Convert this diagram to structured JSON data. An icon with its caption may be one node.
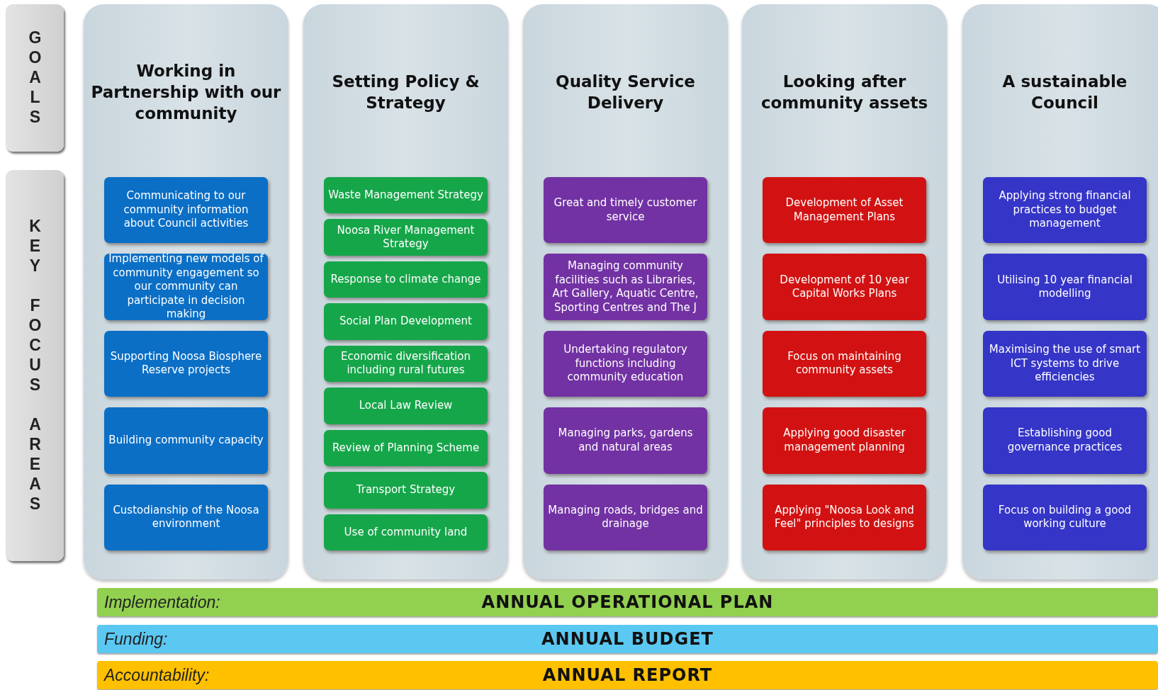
{
  "diagram": {
    "nodes": [
      {
        "text": [
          "GOALS"
        ]
      },
      {
        "text": [
          "KEY FOCUS AREAS"
        ]
      },
      {
        "text": [
          "Working in Partnership with our community"
        ]
      },
      {
        "text": [
          "Communicating to our community information about Council activities"
        ],
        "in": 2
      },
      {
        "text": [
          "Implementing new models of community engagement so our community can participate in decision making"
        ],
        "in": 2
      },
      {
        "text": [
          "Supporting Noosa Biosphere Reserve projects"
        ],
        "in": 2
      },
      {
        "text": [
          "Building community capacity"
        ],
        "in": 2
      },
      {
        "text": [
          "Custodianship of the Noosa environment"
        ],
        "in": 2
      },
      {
        "text": [
          "Setting Policy & Strategy"
        ]
      },
      {
        "text": [
          "Waste Management Strategy"
        ],
        "in": 8
      },
      {
        "text": [
          "Noosa River Management Strategy"
        ],
        "in": 8
      },
      {
        "text": [
          "Response to climate change"
        ],
        "in": 8
      },
      {
        "text": [
          "Social Plan Development"
        ],
        "in": 8
      },
      {
        "text": [
          "Economic diversification including rural futures"
        ],
        "in": 8
      },
      {
        "text": [
          "Local Law Review"
        ],
        "in": 8
      },
      {
        "text": [
          "Review of Planning Scheme"
        ],
        "in": 8
      },
      {
        "text": [
          "Transport Strategy"
        ],
        "in": 8
      },
      {
        "text": [
          "Use of community land"
        ],
        "in": 8
      },
      {
        "text": [
          "Quality Service Delivery"
        ]
      },
      {
        "text": [
          "Great and timely customer service"
        ],
        "in": 18
      },
      {
        "text": [
          "Managing community facilities such as Libraries, Art Gallery, Aquatic Centre, Sporting Centres and The J"
        ],
        "in": 18
      },
      {
        "text": [
          "Undertaking regulatory functions including community education"
        ],
        "in": 18
      },
      {
        "text": [
          "Managing parks, gardens and natural areas"
        ],
        "in": 18
      },
      {
        "text": [
          "Managing roads, bridges and drainage"
        ],
        "in": 18
      },
      {
        "text": [
          "Looking after community assets"
        ]
      },
      {
        "text": [
          "Development of Asset Management Plans"
        ],
        "in": 24
      },
      {
        "text": [
          "Development of 10 year Capital Works Plans"
        ],
        "in": 24
      },
      {
        "text": [
          "Focus on maintaining community assets"
        ],
        "in": 24
      },
      {
        "text": [
          "Applying good disaster management planning"
        ],
        "in": 24
      },
      {
        "text": [
          "Applying \"Noosa Look and Feel\" principles to designs"
        ],
        "in": 24
      },
      {
        "text": [
          "A sustainable Council"
        ]
      },
      {
        "text": [
          "Applying strong financial practices to budget management"
        ],
        "in": 30
      },
      {
        "text": [
          "Utilising 10 year financial modelling"
        ],
        "in": 30
      },
      {
        "text": [
          "Maximising the use of smart ICT systems to drive efficiencies"
        ],
        "in": 30
      },
      {
        "text": [
          "Establishing good governance practices"
        ],
        "in": 30
      },
      {
        "text": [
          "Focus on building a good working culture"
        ],
        "in": 30
      },
      {
        "text": [
          "Implementation:",
          "ANNUAL OPERATIONAL PLAN"
        ]
      },
      {
        "text": [
          "Funding:",
          "ANNUAL BUDGET"
        ]
      },
      {
        "text": [
          "Accountability:",
          "ANNUAL REPORT"
        ]
      }
    ]
  }
}
